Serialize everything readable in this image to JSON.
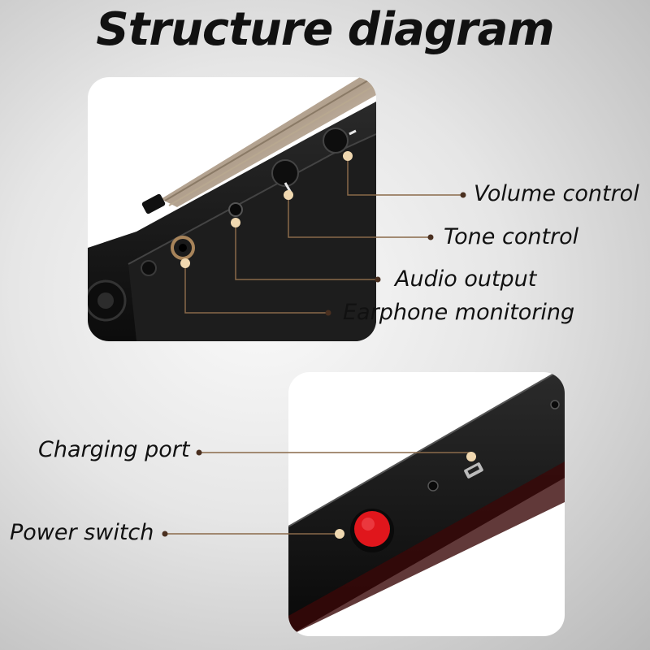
{
  "title": "Structure diagram",
  "labels": {
    "volume_control": "Volume control",
    "tone_control": "Tone control",
    "audio_output": "Audio output",
    "earphone_monitoring": "Earphone monitoring",
    "charging_port": "Charging port",
    "power_switch": "Power switch"
  },
  "colors": {
    "leader_line": "#8a6a4a",
    "marker_dot": "#f0d8b0",
    "power_button": "#e0161c",
    "device_body": "#151515"
  }
}
